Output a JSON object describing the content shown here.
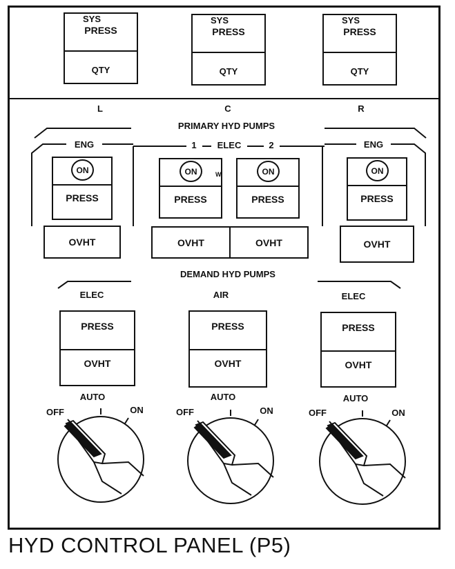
{
  "caption": "HYD CONTROL PANEL (P5)",
  "system": {
    "indicators": [
      {
        "sys": "SYS",
        "press": "PRESS",
        "qty": "QTY",
        "position": "L"
      },
      {
        "sys": "SYS",
        "press": "PRESS",
        "qty": "QTY",
        "position": "C"
      },
      {
        "sys": "SYS",
        "press": "PRESS",
        "qty": "QTY",
        "position": "R"
      }
    ]
  },
  "primary": {
    "title": "PRIMARY HYD PUMPS",
    "eng_label": "ENG",
    "elec_label": "ELEC",
    "elec_numbers": [
      "1",
      "2"
    ],
    "w_mark": "W",
    "pumps": [
      {
        "on": "ON",
        "press": "PRESS",
        "ovht": "OVHT"
      },
      {
        "on": "ON",
        "press": "PRESS",
        "ovht": "OVHT"
      },
      {
        "on": "ON",
        "press": "PRESS",
        "ovht": "OVHT"
      },
      {
        "on": "ON",
        "press": "PRESS",
        "ovht": "OVHT"
      }
    ]
  },
  "demand": {
    "title": "DEMAND HYD PUMPS",
    "pumps": [
      {
        "type": "ELEC",
        "press": "PRESS",
        "ovht": "OVHT",
        "off": "OFF",
        "auto": "AUTO",
        "on": "ON"
      },
      {
        "type": "AIR",
        "press": "PRESS",
        "ovht": "OVHT",
        "off": "OFF",
        "auto": "AUTO",
        "on": "ON"
      },
      {
        "type": "ELEC",
        "press": "PRESS",
        "ovht": "OVHT",
        "off": "OFF",
        "auto": "AUTO",
        "on": "ON"
      }
    ]
  }
}
